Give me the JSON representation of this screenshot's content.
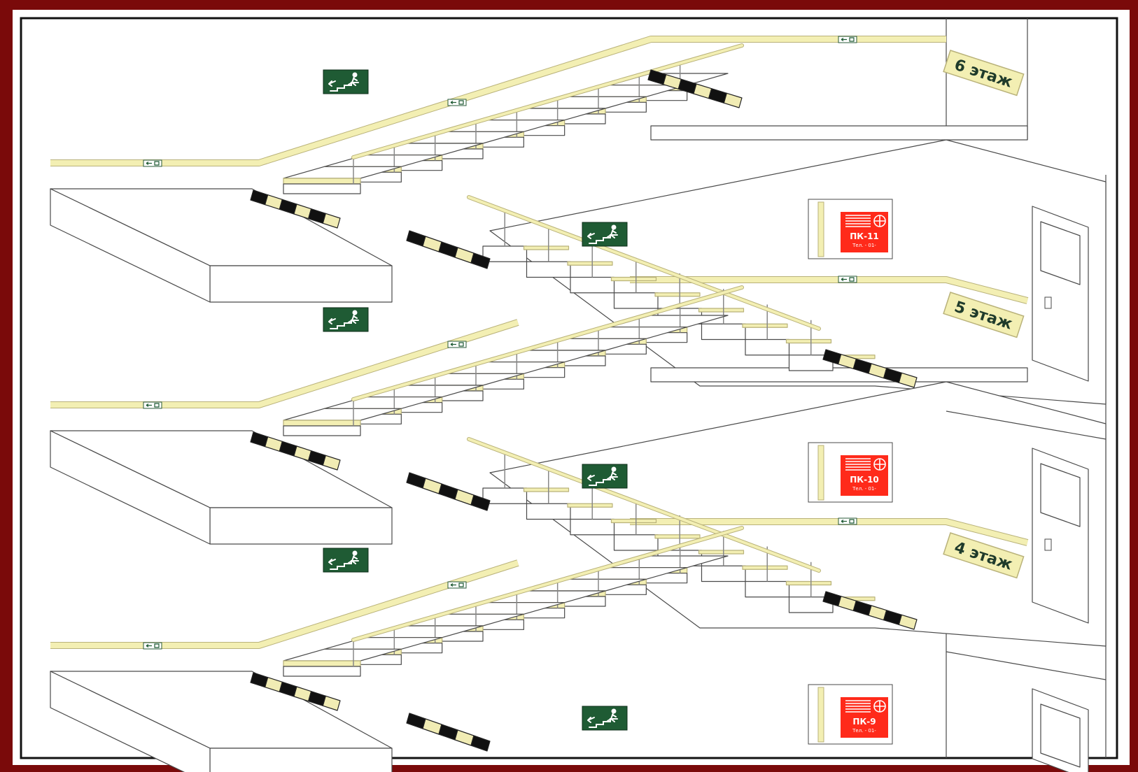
{
  "colors": {
    "frame": "#7a0a0a",
    "tape": "#f3efb3",
    "tape_edge": "#b9b27a",
    "exit_sign": "#1f5b34",
    "fire_red": "#ff2a1a",
    "hazard_dark": "#111111",
    "hazard_light": "#f1ecb4",
    "line": "#4a4a4a"
  },
  "icons": {
    "exit": "running-man-exit-icon",
    "fire_hose": "fire-hose-reel-icon"
  },
  "floors": [
    {
      "label": "6 этаж"
    },
    {
      "label": "5 этаж"
    },
    {
      "label": "4 этаж"
    }
  ],
  "hydrants": [
    {
      "label": "ПК-11",
      "tel": "Тел. - 01-"
    },
    {
      "label": "ПК-10",
      "tel": "Тел. - 01-"
    },
    {
      "label": "ПК-9",
      "tel": "Тел. - 01-"
    }
  ]
}
